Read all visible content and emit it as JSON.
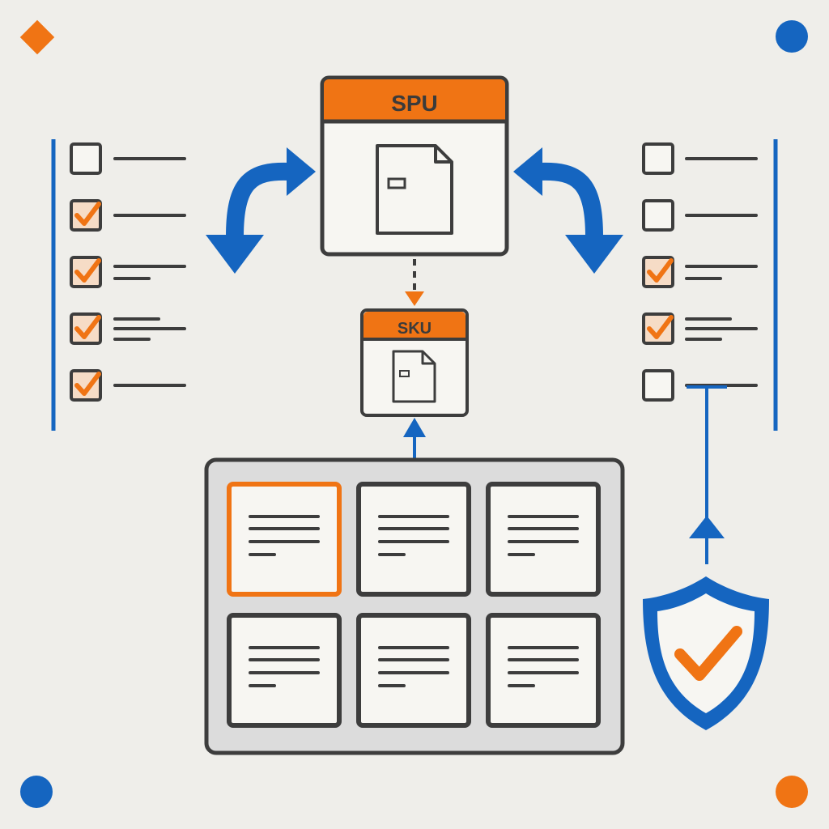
{
  "spu": {
    "label": "SPU"
  },
  "sku": {
    "label": "SKU"
  },
  "left_checklist": {
    "items": [
      {
        "checked": false,
        "lines": 1
      },
      {
        "checked": true,
        "lines": 1
      },
      {
        "checked": true,
        "lines": 2
      },
      {
        "checked": true,
        "lines": 3
      },
      {
        "checked": true,
        "lines": 1
      }
    ]
  },
  "right_checklist": {
    "items": [
      {
        "checked": false,
        "lines": 1
      },
      {
        "checked": false,
        "lines": 1
      },
      {
        "checked": true,
        "lines": 2
      },
      {
        "checked": true,
        "lines": 3
      },
      {
        "checked": false,
        "lines": 1
      }
    ]
  },
  "grid": {
    "cards": 6,
    "selected_index": 0
  },
  "shield": {
    "icon": "shield-check-icon"
  },
  "colors": {
    "orange": "#f07414",
    "blue": "#1565c0",
    "dark": "#3d3d3d",
    "bg": "#efeeea"
  }
}
